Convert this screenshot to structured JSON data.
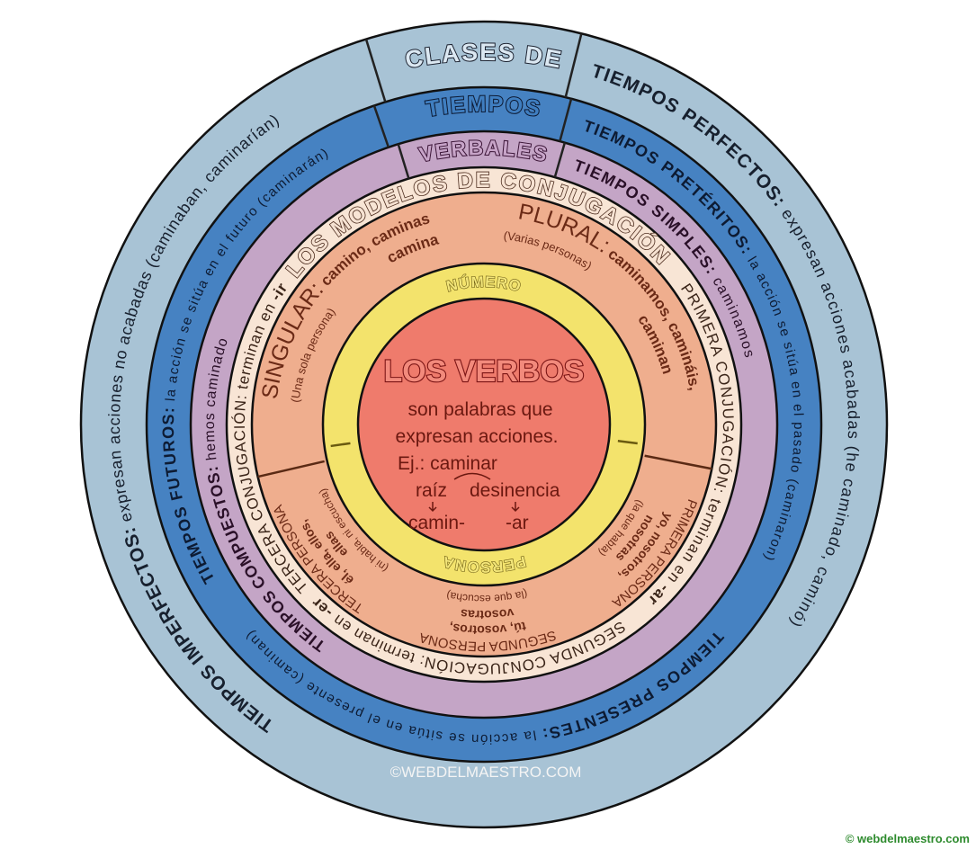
{
  "title": {
    "line1": "CLASES DE",
    "line2": "TIEMPOS",
    "line3": "VERBALES"
  },
  "outer_ring": {
    "right": {
      "label": "TIEMPOS PERFECTOS:",
      "text": " expresan acciones acabadas (he caminado, caminó)"
    },
    "left": {
      "label": "TIEMPOS IMPERFECTOS:",
      "text": " expresan acciones no acabadas (caminaban, caminarían)"
    }
  },
  "tense_ring": {
    "right": {
      "label": "TIEMPOS PRETÉRITOS:",
      "text": " la acción se sitúa en el pasado (caminaron)"
    },
    "bottom": {
      "label": "TIEMPOS PRESENTES:",
      "text": " la acción se sitúa en el presente (caminan)"
    },
    "left": {
      "label": "TIEMPOS FUTUROS:",
      "text": " la acción se sitúa en el futuro (caminarán)"
    }
  },
  "form_ring": {
    "right": {
      "label": "TIEMPOS SIMPLES:",
      "text": " caminamos"
    },
    "left": {
      "label": "TIEMPOS COMPUESTOS:",
      "text": " hemos caminado"
    }
  },
  "conjugation_ring": {
    "title": "LOS MODELOS DE CONJUGACIÓN",
    "right": {
      "text": "PRIMERA CONJUGACIÓN: terminan en ",
      "ending": "-ar"
    },
    "bottom": {
      "text": "SEGUNDA CONJUGACIÓN: terminan en ",
      "ending": "-er"
    },
    "left": {
      "text": "TERCERA CONJUGACIÓN: terminan en ",
      "ending": "-ir"
    }
  },
  "numero": {
    "label": "NÚMERO",
    "singular": {
      "label": "SINGULAR:",
      "forms1": " camino, caminas",
      "forms2": "camina",
      "note": "(Una sola persona)"
    },
    "plural": {
      "label": "PLURAL:",
      "forms1": " caminamos, camináis,",
      "forms2": "caminan",
      "note": "(Varias personas)"
    }
  },
  "persona": {
    "label": "PERSONA",
    "primera": {
      "label": "PRIMERA PERSONA",
      "note": "(la que habla)",
      "forms1": "yo, nosotros,",
      "forms2": "nosotras"
    },
    "segunda": {
      "label": "SEGUNDA PERSONA",
      "note": "(la que escucha)",
      "forms1": "tú, vosotros,",
      "forms2": "vosotras"
    },
    "tercera": {
      "label": "TERCERA PERSONA",
      "note": "(ni habla, ni escucha)",
      "forms1": "él, ella, ellos,",
      "forms2": "ellas"
    }
  },
  "center": {
    "title": "LOS VERBOS",
    "line1": "son palabras que",
    "line2": "expresan acciones.",
    "example": "Ej.: caminar",
    "root_label": "raíz",
    "ending_label": "desinencia",
    "root": "camin-",
    "ending": "-ar"
  },
  "watermark": "©WEBDELMAESTRO.COM",
  "credit": "© webdelmaestro.com",
  "colors": {
    "outer_ring": "#a8c3d5",
    "tense_ring": "#4682c2",
    "form_ring": "#c4a5c6",
    "conjugation_ring": "#f8e5d5",
    "salmon_ring": "#efae8e",
    "yellow_ring": "#f3e36c",
    "center": "#ef7b6c"
  }
}
